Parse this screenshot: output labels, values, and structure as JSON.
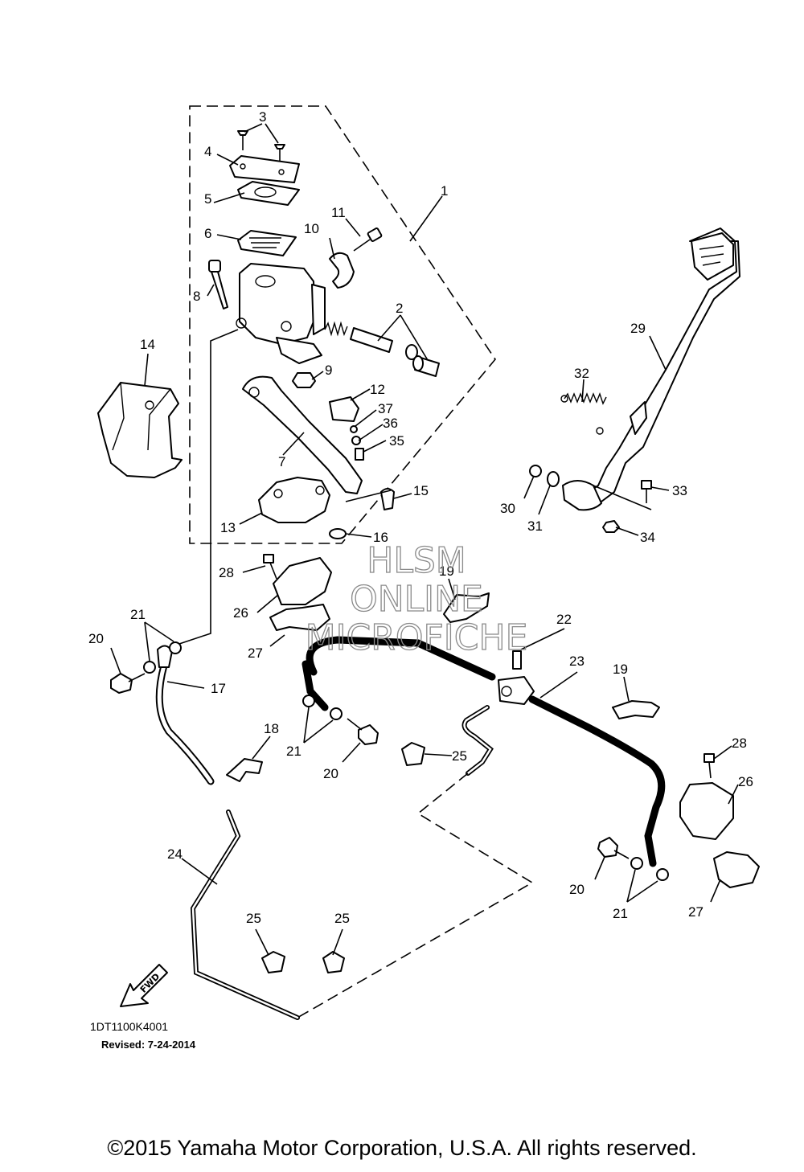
{
  "callouts": [
    "1",
    "2",
    "3",
    "4",
    "5",
    "6",
    "7",
    "8",
    "9",
    "10",
    "11",
    "12",
    "13",
    "14",
    "15",
    "16",
    "17",
    "18",
    "19",
    "20",
    "21",
    "22",
    "23",
    "24",
    "25",
    "26",
    "27",
    "28",
    "29",
    "30",
    "31",
    "32",
    "33",
    "34",
    "35",
    "36",
    "37"
  ],
  "watermark": {
    "line1": "HLSM",
    "line2": "ONLINE",
    "line3": "MICROFICHE"
  },
  "fwd_label": "FWD",
  "diagram_code": "1DT1100K4001",
  "revised": "Revised: 7-24-2014",
  "copyright": "©2015 Yamaha Motor Corporation, U.S.A. All rights reserved."
}
